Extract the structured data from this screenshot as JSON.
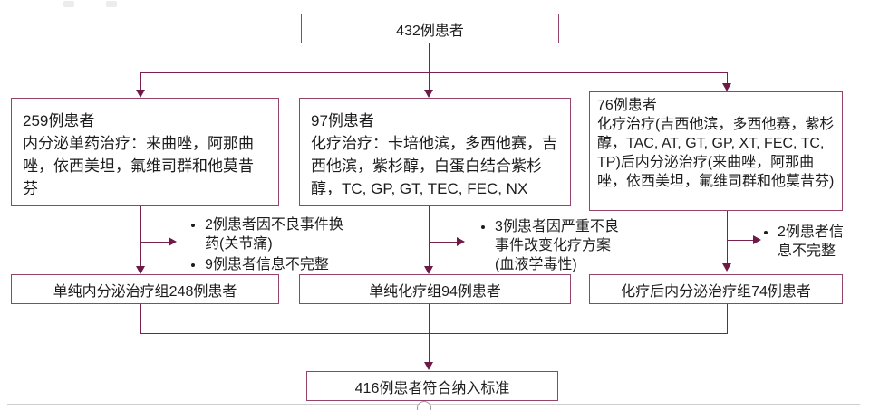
{
  "colors": {
    "line": "#7a2150",
    "arrow": "#6d1a47",
    "box_border": "#95436a",
    "text": "#1c1c1c"
  },
  "flow": {
    "top_box": "432例患者",
    "branches": [
      {
        "count": "259例患者",
        "detail": "内分泌单药治疗：来曲唑，阿那曲唑，依西美坦，氟维司群和他莫昔芬",
        "notes": [
          "2例患者因不良事件换药(关节痛)",
          "9例患者信息不完整"
        ],
        "result_box": "单纯内分泌治疗组248例患者"
      },
      {
        "count": "97例患者",
        "detail": "化疗治疗：卡培他滨，多西他赛，吉西他滨，紫杉醇，白蛋白结合紫杉醇，TC, GP, GT, TEC, FEC, NX",
        "notes": [
          "3例患者因严重不良事件改变化疗方案(血液学毒性)"
        ],
        "result_box": "单纯化疗组94例患者"
      },
      {
        "count": "76例患者",
        "detail": "化疗治疗(吉西他滨，多西他赛，紫杉醇，TAC, AT, GT, GP, XT, FEC, TC, TP)后内分泌治疗(来曲唑，阿那曲唑，依西美坦，氟维司群和他莫昔芬)",
        "notes": [
          "2例患者信息不完整"
        ],
        "result_box": "化疗后内分泌治疗组74例患者"
      }
    ],
    "final_box": "416例患者符合纳入标准"
  }
}
